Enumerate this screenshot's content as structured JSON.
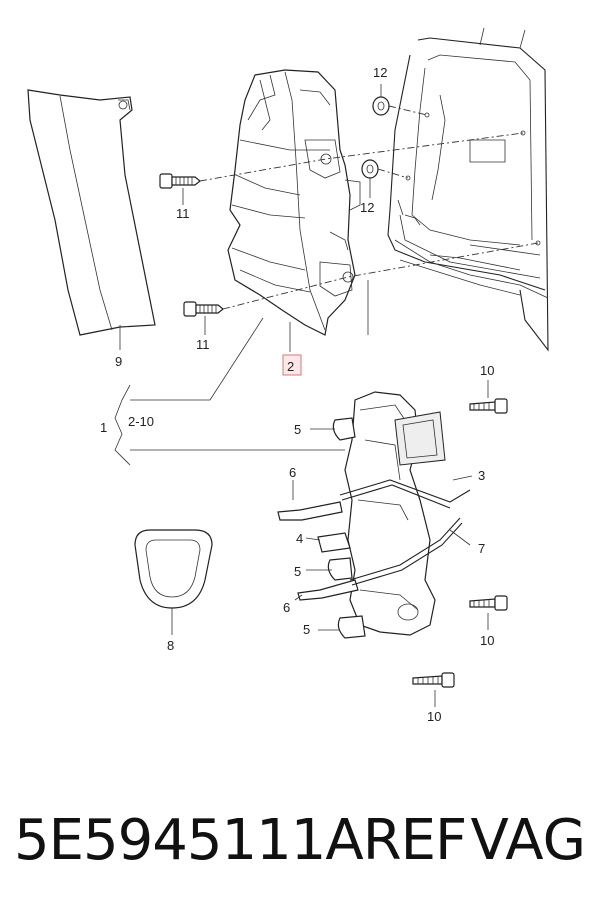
{
  "callouts": {
    "c1": "1",
    "c2_10": "2-10",
    "c2": "2",
    "c3": "3",
    "c4": "4",
    "c5a": "5",
    "c5b": "5",
    "c5c": "5",
    "c6a": "6",
    "c6b": "6",
    "c7": "7",
    "c8": "8",
    "c9": "9",
    "c10a": "10",
    "c10b": "10",
    "c10c": "10",
    "c11a": "11",
    "c11b": "11",
    "c12a": "12",
    "c12b": "12"
  },
  "footer": {
    "part_number": "5E5945111AREF",
    "brand": "VAG"
  }
}
